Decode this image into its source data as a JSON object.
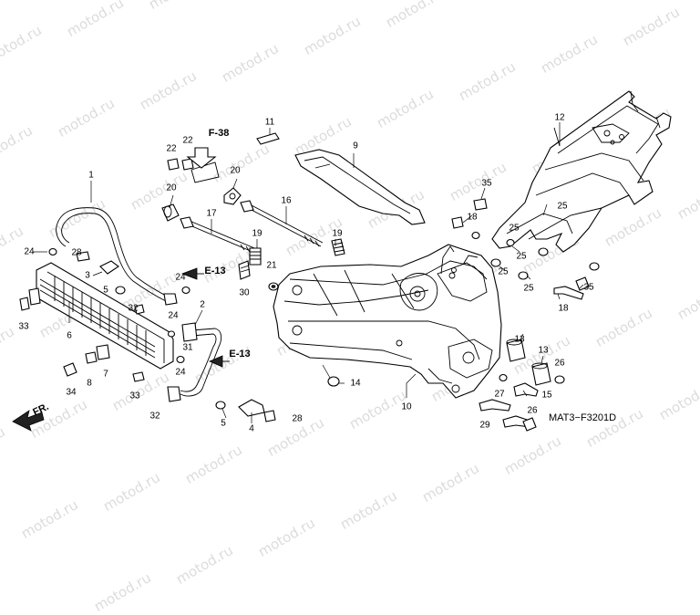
{
  "watermark": "motod.ru",
  "diagram_code": "MAT3−F3201D",
  "direction_label": "FR.",
  "refs": [
    "F-38",
    "E-13",
    "E-13"
  ],
  "callouts": [
    "1",
    "2",
    "3",
    "4",
    "5",
    "5",
    "6",
    "7",
    "8",
    "9",
    "10",
    "11",
    "12",
    "13",
    "13",
    "14",
    "15",
    "16",
    "17",
    "18",
    "18",
    "19",
    "19",
    "20",
    "20",
    "21",
    "22",
    "22",
    "24",
    "24",
    "24",
    "24",
    "25",
    "25",
    "25",
    "25",
    "25",
    "26",
    "26",
    "27",
    "28",
    "28",
    "29",
    "30",
    "31",
    "32",
    "32",
    "33",
    "33",
    "34",
    "35",
    "35"
  ],
  "colors": {
    "line": "#000000",
    "background": "#ffffff",
    "watermark": "#dcdcdc"
  }
}
